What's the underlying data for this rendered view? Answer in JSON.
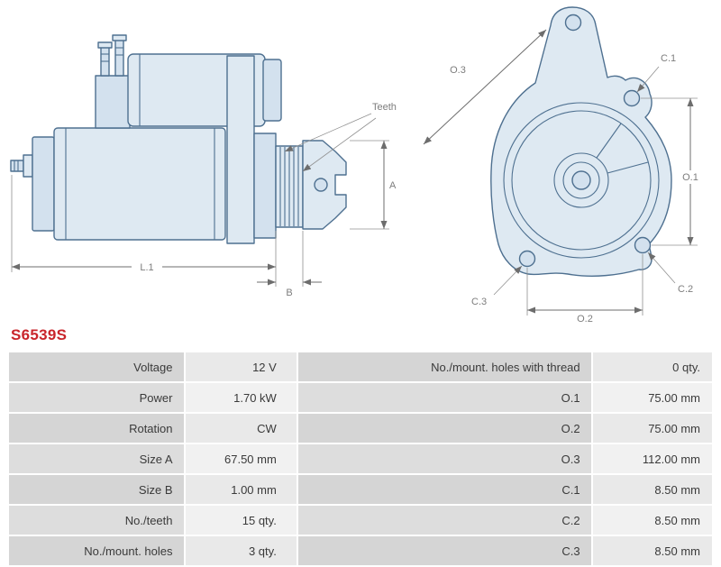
{
  "part_number": "S6539S",
  "drawing": {
    "side_view": {
      "labels": {
        "teeth": "Teeth",
        "a": "A",
        "b": "B",
        "l1": "L.1"
      }
    },
    "front_view": {
      "labels": {
        "o1": "O.1",
        "o2": "O.2",
        "o3": "O.3",
        "c1": "C.1",
        "c2": "C.2",
        "c3": "C.3"
      }
    },
    "colors": {
      "part_fill": "#dee9f2",
      "part_stroke": "#4e7090",
      "dimension_line": "#6d6d6d",
      "dimension_text": "#7d7d7d"
    }
  },
  "colors": {
    "part_number_text": "#c9252b",
    "label_cell_bg": "#d7d7d7",
    "value_cell_bg": "#ededed"
  },
  "spec_table": {
    "rows": [
      {
        "label_left": "Voltage",
        "value_left": "12 V",
        "label_right": "No./mount. holes with thread",
        "value_right": "0 qty."
      },
      {
        "label_left": "Power",
        "value_left": "1.70 kW",
        "label_right": "O.1",
        "value_right": "75.00 mm"
      },
      {
        "label_left": "Rotation",
        "value_left": "CW",
        "label_right": "O.2",
        "value_right": "75.00 mm"
      },
      {
        "label_left": "Size A",
        "value_left": "67.50 mm",
        "label_right": "O.3",
        "value_right": "112.00 mm"
      },
      {
        "label_left": "Size B",
        "value_left": "1.00 mm",
        "label_right": "C.1",
        "value_right": "8.50 mm"
      },
      {
        "label_left": "No./teeth",
        "value_left": "15 qty.",
        "label_right": "C.2",
        "value_right": "8.50 mm"
      },
      {
        "label_left": "No./mount. holes",
        "value_left": "3 qty.",
        "label_right": "C.3",
        "value_right": "8.50 mm"
      }
    ]
  }
}
